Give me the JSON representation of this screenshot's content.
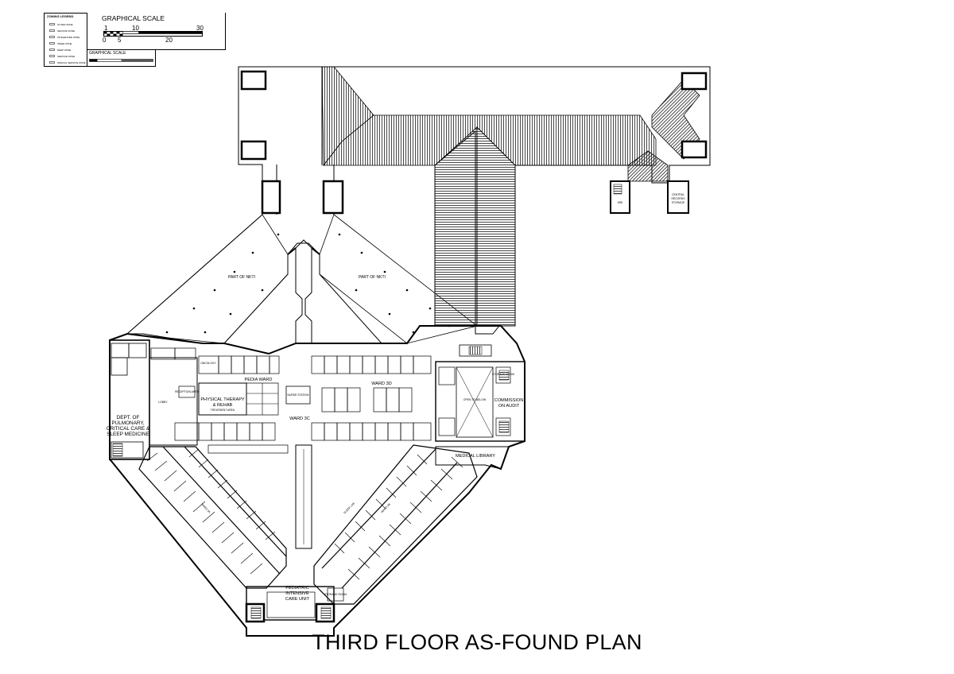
{
  "title": "THIRD FLOOR AS-FOUND PLAN",
  "legend": {
    "title": "ZONING LEGEND",
    "items": [
      "OUTER ZONE",
      "SECOND ZONE",
      "INTEGRATED ZONE",
      "INNER ZONE",
      "DEEP ZONE",
      "SERVICE ZONE",
      "SPECIAL SERVICE ZONE"
    ]
  },
  "scale": {
    "title": "GRAPHICAL SCALE",
    "top_labels": [
      "1",
      "10",
      "30"
    ],
    "bottom_labels": [
      "0",
      "5",
      "20"
    ],
    "secondary_title": "GRAPHICAL SCALE"
  },
  "rooms": {
    "nkti_left": "PART OF NKTI",
    "nkti_right": "PART OF NKTI",
    "pedia_ward": "PEDIA WARD",
    "ward_3d": "WARD 3D",
    "ward_3c": "WARD 3C",
    "physical_therapy": "PHYSICAL THERAPY",
    "rehab": "& REHAB",
    "rehab_sub": "TREATMENT AREA",
    "commission_1": "COMMISSION",
    "commission_2": "ON AUDIT",
    "medical_library": "MEDICAL LIBRARY",
    "pulmo_1": "DEPT. OF",
    "pulmo_2": "PULMONARY,",
    "pulmo_3": "CRITICAL CARE &",
    "pulmo_4": "SLEEP MEDICINE",
    "picu_1": "PEDIATRIC",
    "picu_2": "INTENSIVE",
    "picu_3": "CARE UNIT",
    "nurse_station": "NURSE STATION",
    "lobby": "LOBBY",
    "open_to_below": "OPEN TO BELOW",
    "storage": "STORAGE ROOM",
    "central_storage_1": "CENTRAL",
    "central_storage_2": "RECORDS",
    "central_storage_3": "STORAGE",
    "mri": "MRI",
    "ward_3a": "WARD 3A",
    "ward_3b": "WARD 3B",
    "sleep_lab": "SLEEP LAB",
    "oncology": "ONCOLOGY",
    "conference": "CONFERENCE ROOM",
    "reception": "RECEPTION AREA"
  },
  "colors": {
    "line": "#000000",
    "hatch": "#1a1a1a",
    "background": "#ffffff"
  }
}
